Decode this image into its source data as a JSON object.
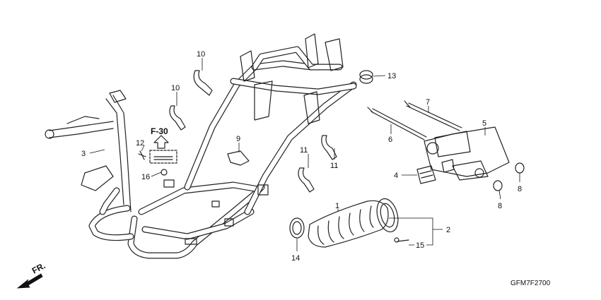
{
  "diagram": {
    "callouts": [
      {
        "id": "1",
        "text": "1"
      },
      {
        "id": "2",
        "text": "2"
      },
      {
        "id": "3",
        "text": "3"
      },
      {
        "id": "4",
        "text": "4"
      },
      {
        "id": "5",
        "text": "5"
      },
      {
        "id": "6",
        "text": "6"
      },
      {
        "id": "7",
        "text": "7"
      },
      {
        "id": "8a",
        "text": "8"
      },
      {
        "id": "8b",
        "text": "8"
      },
      {
        "id": "9",
        "text": "9"
      },
      {
        "id": "10a",
        "text": "10"
      },
      {
        "id": "10b",
        "text": "10"
      },
      {
        "id": "11a",
        "text": "11"
      },
      {
        "id": "11b",
        "text": "11"
      },
      {
        "id": "12",
        "text": "12"
      },
      {
        "id": "13",
        "text": "13"
      },
      {
        "id": "14",
        "text": "14"
      },
      {
        "id": "15",
        "text": "15"
      },
      {
        "id": "16",
        "text": "16"
      }
    ],
    "reference": "F-30",
    "direction": "FR.",
    "drawing_code": "GFM7F2700"
  }
}
